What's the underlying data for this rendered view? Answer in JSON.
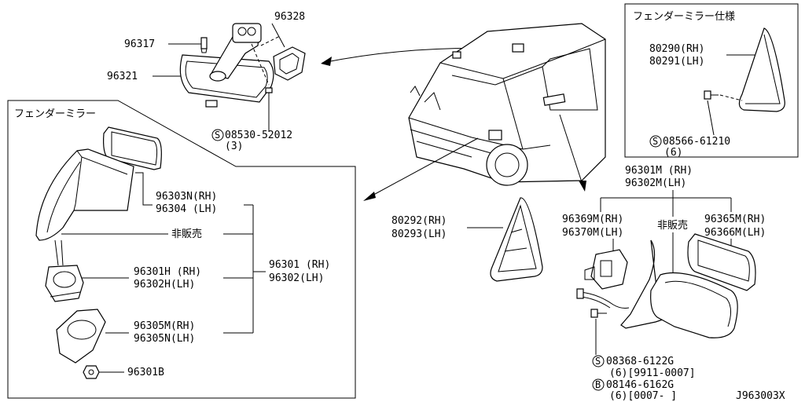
{
  "boxes": {
    "fender_mirror_title": "フェンダーミラー",
    "fender_mirror_spec_title": "フェンダーミラー仕様"
  },
  "labels": {
    "p96328": "96328",
    "p96317": "96317",
    "p96321": "96321",
    "screw_08530": "08530-52012",
    "screw_08530_qty": "(3)",
    "p80290": "80290(RH)",
    "p80291": "80291(LH)",
    "screw_08566": "08566-61210",
    "screw_08566_qty": "(6)",
    "p96303n": "96303N(RH)",
    "p96304": "96304  (LH)",
    "not_sold_left": "非販売",
    "p96301h": "96301H (RH)",
    "p96302h": "96302H(LH)",
    "p96301": "96301 (RH)",
    "p96302": "96302(LH)",
    "p96305m": "96305M(RH)",
    "p96305n": "96305N(LH)",
    "p96301b": "96301B",
    "p80292": "80292(RH)",
    "p80293": "80293(LH)",
    "p96301m": "96301M (RH)",
    "p96302m": "96302M(LH)",
    "p96369m": "96369M(RH)",
    "p96370m": "96370M(LH)",
    "not_sold_right": "非販売",
    "p96365m": "96365M(RH)",
    "p96366m": "96366M(LH)",
    "screw_08368": "08368-6122G",
    "screw_08368_note": "(6)[9911-0007]",
    "bolt_08146": "08146-6162G",
    "bolt_08146_note": "(6)[0007-      ]",
    "diagram_code": "J963003X"
  },
  "symbols": {
    "screw_marker": "S",
    "bolt_marker": "B"
  }
}
